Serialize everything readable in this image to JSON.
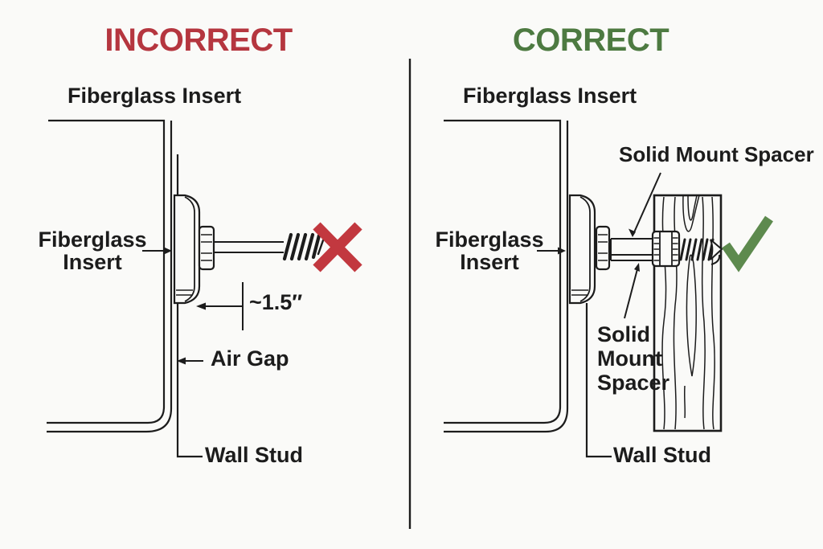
{
  "page": {
    "background": "#fafaf8"
  },
  "colors": {
    "line": "#1c1c1c",
    "incorrect_red": "#b5363f",
    "correct_green": "#4d7a41",
    "x_red": "#c2383f",
    "check_green": "#5d8a4e"
  },
  "left_panel": {
    "title": "INCORRECT",
    "labels": {
      "fiberglass_insert_top": "Fiberglass Insert",
      "fiberglass_insert_side": "Fiberglass\nInsert",
      "dimension": "~1.5″",
      "air_gap": "Air Gap",
      "wall_stud": "Wall Stud"
    },
    "verdict_icon": "x-icon"
  },
  "right_panel": {
    "title": "CORRECT",
    "labels": {
      "fiberglass_insert_top": "Fiberglass Insert",
      "fiberglass_insert_side": "Fiberglass\nInsert",
      "solid_mount_spacer": "Solid Mount Spacer",
      "solid_mount_spacer_stacked": "Solid\nMount\nSpacer",
      "wall_stud": "Wall Stud"
    },
    "verdict_icon": "check-icon"
  }
}
